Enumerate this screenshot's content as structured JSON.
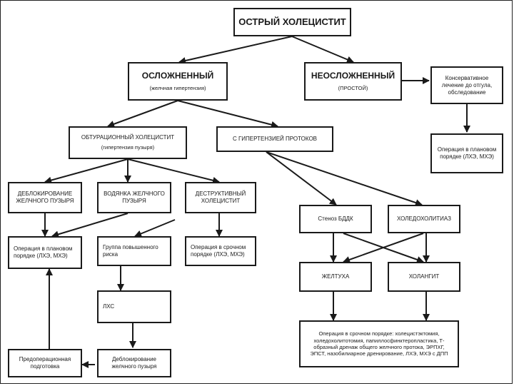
{
  "diagram": {
    "root": "ОСТРЫЙ ХОЛЕЦИСТИТ",
    "complicated": {
      "title": "ОСЛОЖНЕННЫЙ",
      "sub": "(желчная гипертензия)"
    },
    "uncomplicated": {
      "title": "НЕОСЛОЖНЕННЫЙ",
      "sub": "(ПРОСТОЙ)"
    },
    "conservative": "Консервативное лечение до отгула, обследование",
    "planned_op_right": "Операция в плановом порядке (ЛХЭ, МХЭ)",
    "obturational": {
      "title": "ОБТУРАЦИОННЫЙ ХОЛЕЦИСТИТ",
      "sub": "(гипертензия пузыря)"
    },
    "duct_hypertension": "С ГИПЕРТЕНЗИЕЙ ПРОТОКОВ",
    "deblocking": "ДЕБЛОКИРОВАНИЕ ЖЕЛЧНОГО ПУЗЫРЯ",
    "hydrops": "ВОДЯНКА ЖЕЛЧНОГО ПУЗЫРЯ",
    "destructive": "ДЕСТРУКТИВНЫЙ ХОЛЕЦИСТИТ",
    "op_planned_left": "Операция в плановом порядке (ЛХЭ, МХЭ)",
    "high_risk": "Группа повышенного риска",
    "op_urgent": "Операция в срочном порядке (ЛХЭ, МХЭ)",
    "lhs": "ЛХС",
    "preop": "Предоперационная подготовка",
    "deblock_gb": "Деблокирование желчного пузыря",
    "bdk": "Стеноз БДДК",
    "choledocholithiasis": "ХОЛЕДОХОЛИТИАЗ",
    "jaundice": "ЖЕЛТУХА",
    "cholangitis": "ХОЛАНГИТ",
    "final_op": "Операция в срочном порядке: холецистэктомия, холедохолитотомия, папиллосфинктеропластика, Т-образный дренаж общего желчного протока, ЭРПХГ, ЭПСТ, назобилиарное дренирование, ЛХЭ, МХЭ с ДПП"
  }
}
